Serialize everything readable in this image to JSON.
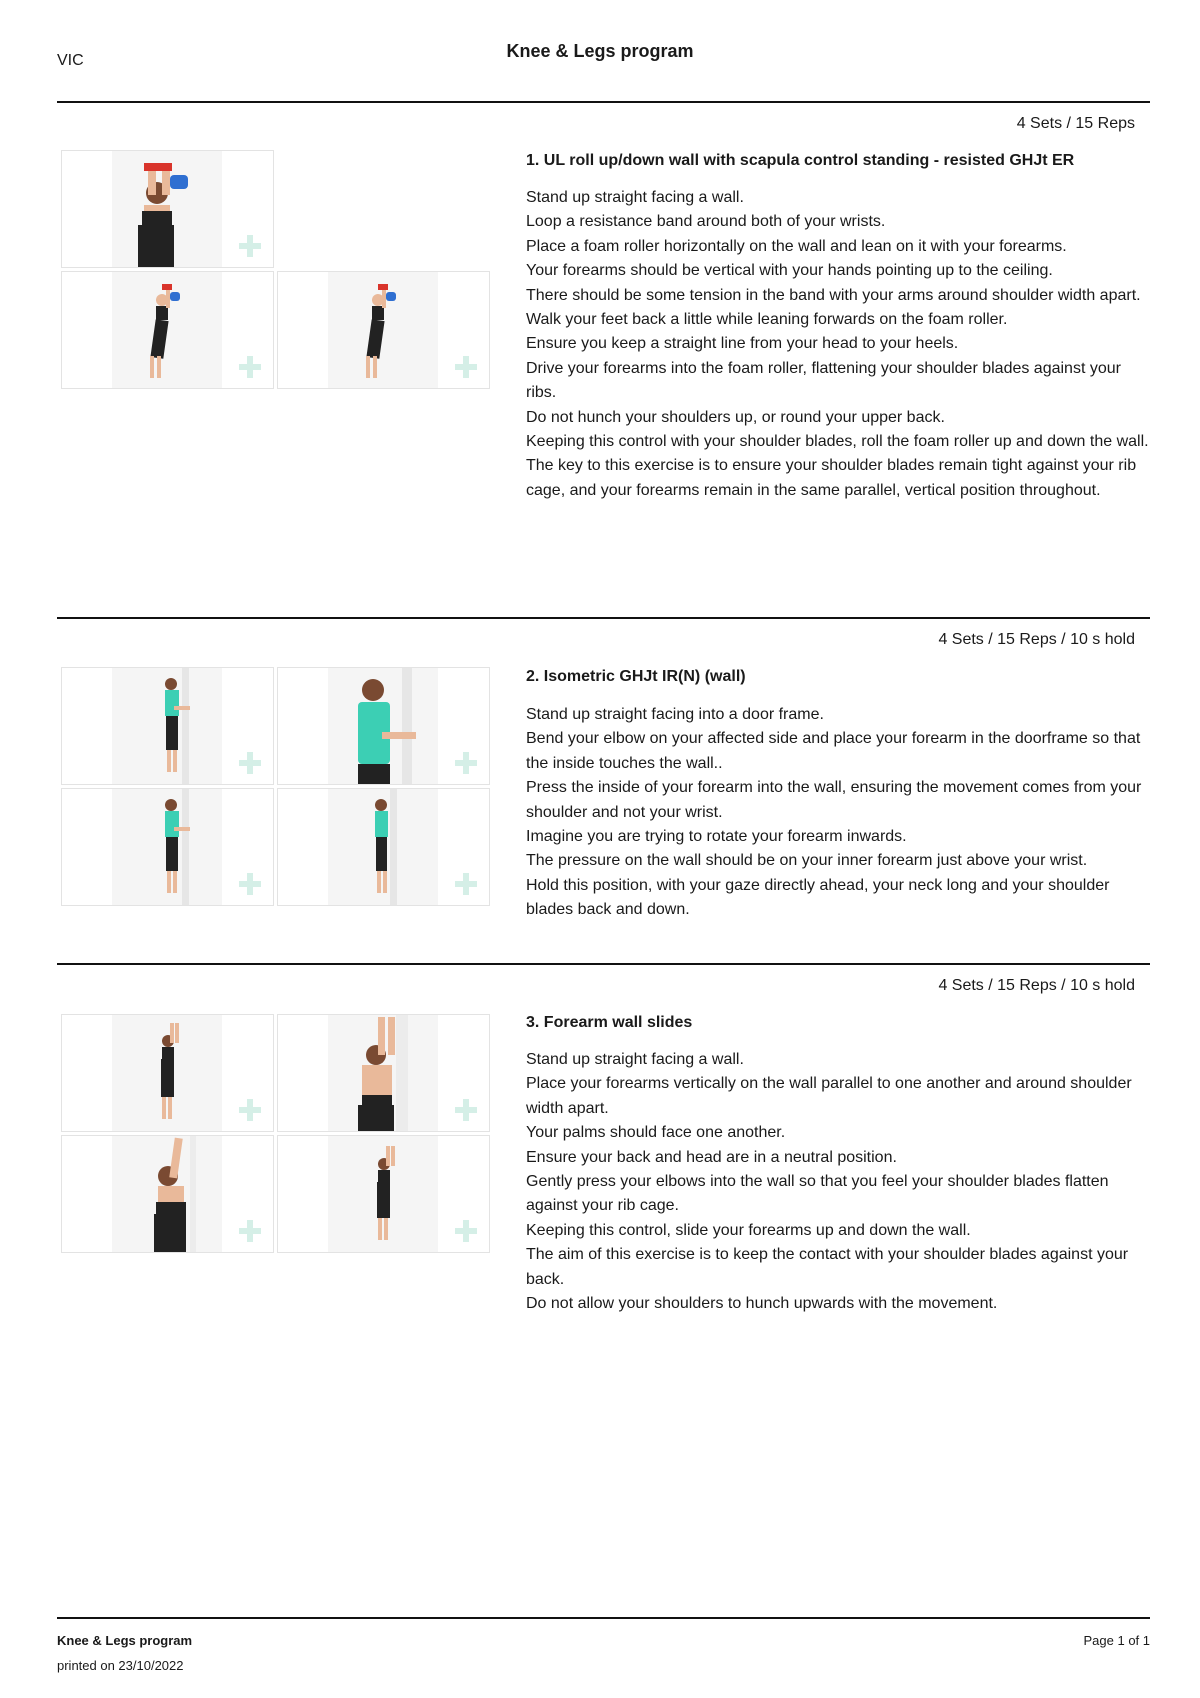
{
  "header": {
    "left": "VIC",
    "title": "Knee & Legs program"
  },
  "exercises": [
    {
      "dosage": "4 Sets / 15 Reps",
      "title": "1. UL roll up/down wall with scapula control standing - resisted GHJt ER",
      "lines": [
        "Stand up straight facing a wall.",
        "Loop a resistance band around both of your wrists.",
        "Place a foam roller horizontally on the wall and lean on it with your forearms.",
        "Your forearms should be vertical with your hands pointing up to the ceiling.",
        "There should be some tension in the band with your arms around shoulder width apart.",
        "Walk your feet back a little while leaning forwards on the foam roller.",
        "Ensure you keep a straight line from your head to your heels.",
        "Drive your forearms into the foam roller, flattening your shoulder blades against your ribs.",
        "Do not hunch your shoulders up, or round your upper back.",
        "Keeping this control with your shoulder blades, roll the foam roller up and down the wall.",
        "The key to this exercise is to ensure your shoulder blades remain tight against your rib cage, and your forearms remain in the same parallel, vertical position throughout."
      ]
    },
    {
      "dosage": "4 Sets / 15 Reps / 10 s hold",
      "title": "2. Isometric GHJt IR(N) (wall)",
      "lines": [
        "Stand up straight facing into a door frame.",
        "Bend your elbow on your affected side and place your forearm in the doorframe so that the inside touches the wall..",
        "Press the inside of your forearm into the wall, ensuring the movement comes from your shoulder and not your wrist.",
        "Imagine you are trying to rotate your forearm inwards.",
        "The pressure on the wall should be on your inner forearm just above your wrist.",
        "Hold this position, with your gaze directly ahead, your neck long and your shoulder blades back and down."
      ]
    },
    {
      "dosage": "4 Sets / 15 Reps / 10 s hold",
      "title": "3. Forearm wall slides",
      "lines": [
        "Stand up straight facing a wall.",
        "Place your forearms vertically on the wall parallel to one another and around shoulder width apart.",
        "Your palms should face one another.",
        "Ensure your back and head are in a neutral position.",
        "Gently press your elbows into the wall so that you feel your shoulder blades flatten against your rib cage.",
        "Keeping this control, slide your forearms up and down the wall.",
        "The aim of this exercise is to keep the contact with your shoulder blades against your back.",
        "Do not allow your shoulders to hunch upwards with the movement."
      ]
    }
  ],
  "footer": {
    "title": "Knee & Legs program",
    "printed": "printed on 23/10/2022",
    "page": "Page 1 of 1"
  },
  "colors": {
    "rule": "#111111",
    "plus": "#d5efe7",
    "top_black": "#222222",
    "top_teal": "#3ccfb4",
    "skin": "#e9b99a",
    "band": "#d9342b",
    "roller": "#2f6fd1"
  }
}
